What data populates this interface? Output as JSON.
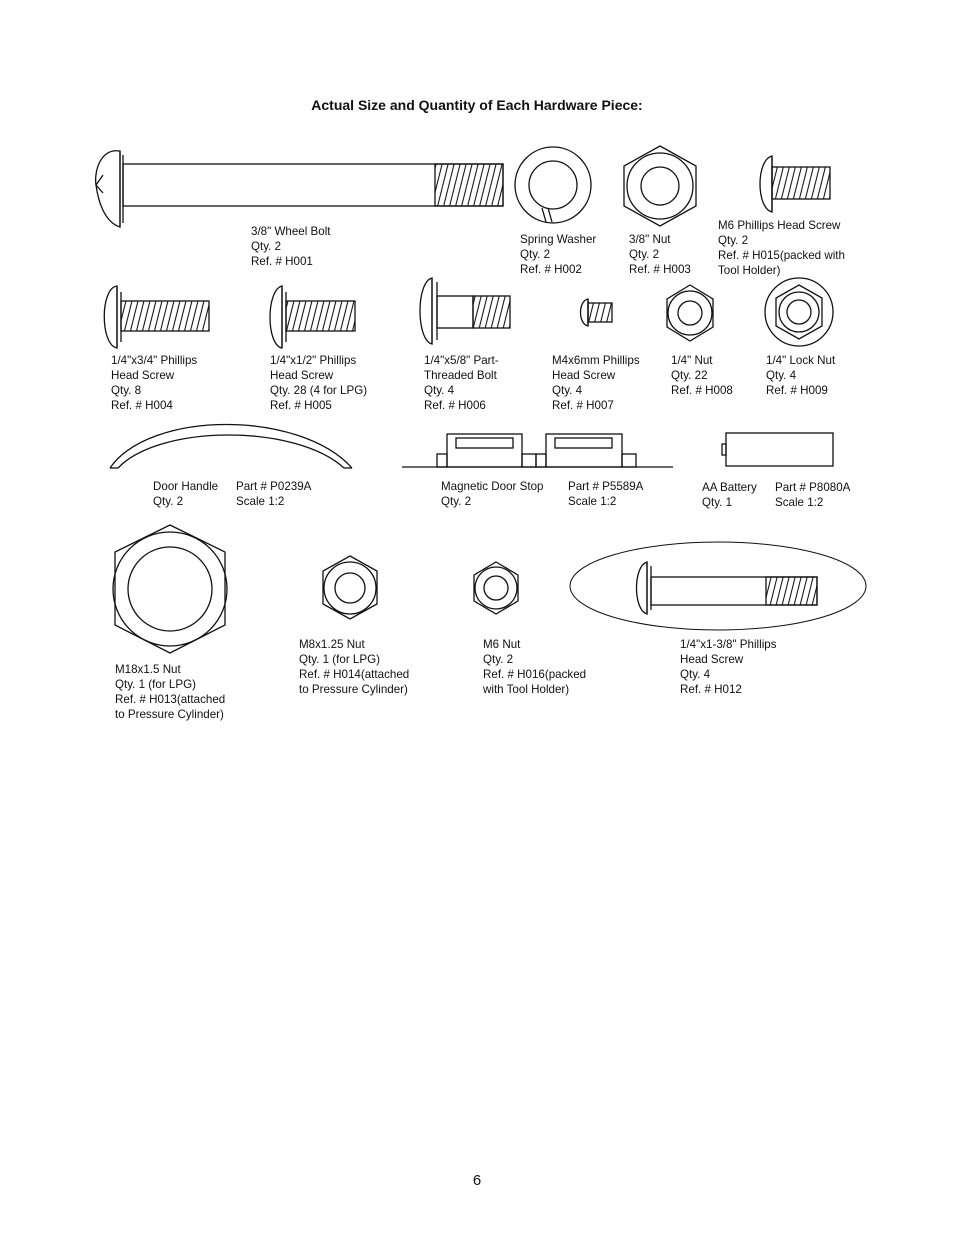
{
  "page": {
    "title": "Actual Size and Quantity of Each Hardware Piece:",
    "page_number": "6"
  },
  "parts": {
    "h001": {
      "name": "3/8\" Wheel Bolt",
      "qty": "Qty. 2",
      "ref": "Ref. # H001"
    },
    "h002": {
      "name": "Spring Washer",
      "qty": "Qty. 2",
      "ref": "Ref. # H002"
    },
    "h003": {
      "name": "3/8\" Nut",
      "qty": "Qty. 2",
      "ref": "Ref. # H003"
    },
    "h015": {
      "name": "M6 Phillips Head Screw",
      "qty": "Qty. 2",
      "ref": "Ref. # H015(packed with",
      "ref2": "Tool Holder)"
    },
    "h004": {
      "name": "1/4\"x3/4\" Phillips",
      "name2": "Head Screw",
      "qty": "Qty. 8",
      "ref": "Ref. # H004"
    },
    "h005": {
      "name": "1/4\"x1/2\" Phillips",
      "name2": "Head Screw",
      "qty": "Qty. 28 (4 for LPG)",
      "ref": "Ref. # H005"
    },
    "h006": {
      "name": "1/4\"x5/8\" Part-",
      "name2": "Threaded Bolt",
      "qty": "Qty. 4",
      "ref": "Ref. # H006"
    },
    "h007": {
      "name": "M4x6mm Phillips",
      "name2": "Head Screw",
      "qty": "Qty. 4",
      "ref": "Ref. # H007"
    },
    "h008": {
      "name": "1/4\" Nut",
      "qty": "Qty. 22",
      "ref": "Ref. # H008"
    },
    "h009": {
      "name": "1/4\" Lock Nut",
      "qty": "Qty. 4",
      "ref": "Ref. # H009"
    },
    "p0239a": {
      "name": "Door Handle",
      "part": "Part # P0239A",
      "qty": "Qty. 2",
      "scale": "Scale 1:2"
    },
    "p5589a": {
      "name": "Magnetic Door Stop",
      "part": "Part # P5589A",
      "qty": "Qty. 2",
      "scale": "Scale 1:2"
    },
    "p8080a": {
      "name": "AA Battery",
      "part": "Part # P8080A",
      "qty": "Qty. 1",
      "scale": "Scale 1:2"
    },
    "h013": {
      "name": "M18x1.5 Nut",
      "qty": "Qty. 1 (for LPG)",
      "ref": "Ref. # H013(attached",
      "ref2": "to Pressure Cylinder)"
    },
    "h014": {
      "name": "M8x1.25 Nut",
      "qty": "Qty. 1 (for LPG)",
      "ref": "Ref. # H014(attached",
      "ref2": "to Pressure Cylinder)"
    },
    "h016": {
      "name": "M6 Nut",
      "qty": "Qty. 2",
      "ref": "Ref. # H016(packed",
      "ref2": "with Tool Holder)"
    },
    "h012": {
      "name": "1/4\"x1-3/8\" Phillips",
      "name2": "Head Screw",
      "qty": "Qty. 4",
      "ref": "Ref. # H012"
    }
  }
}
